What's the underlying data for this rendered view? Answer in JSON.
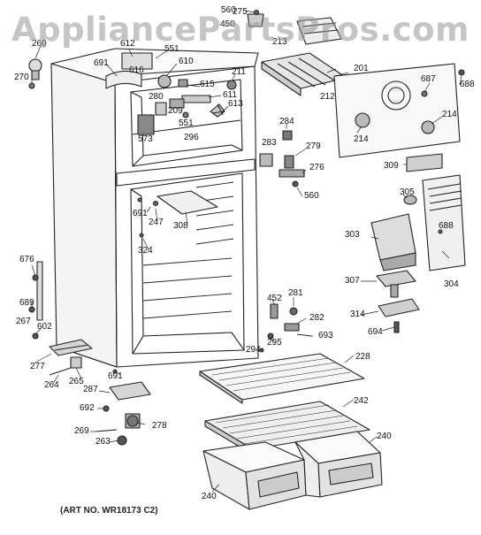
{
  "watermark": "AppliancePartsPros.com",
  "art_number": "(ART NO. WR18173 C2)",
  "colors": {
    "line": "#222222",
    "shade": "#bdbdbd",
    "dark": "#555555",
    "watermark": "#969696"
  },
  "callouts": [
    "560",
    "275",
    "450",
    "213",
    "260",
    "612",
    "551",
    "691",
    "610",
    "616",
    "211",
    "270",
    "615",
    "280",
    "611",
    "613",
    "209",
    "551",
    "573",
    "296",
    "201",
    "212",
    "687",
    "688",
    "214",
    "214",
    "284",
    "283",
    "279",
    "276",
    "560",
    "309",
    "305",
    "688",
    "691",
    "247",
    "308",
    "324",
    "303",
    "304",
    "307",
    "676",
    "689",
    "267",
    "602",
    "277",
    "452",
    "281",
    "282",
    "693",
    "295",
    "294",
    "314",
    "694",
    "228",
    "264",
    "265",
    "691",
    "287",
    "692",
    "278",
    "269",
    "263",
    "242",
    "240",
    "240"
  ]
}
